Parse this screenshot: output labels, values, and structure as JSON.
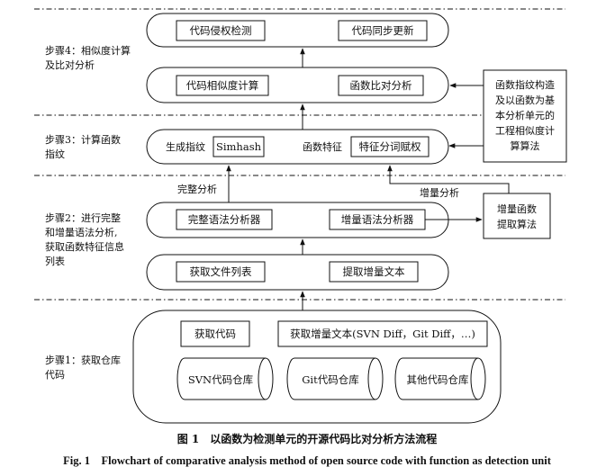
{
  "steps": {
    "step4": [
      "步骤4：相似度计算",
      "及比对分析"
    ],
    "step3": [
      "步骤3：计算函数",
      "指纹"
    ],
    "step2": [
      "步骤2：进行完整",
      "和增量语法分析,",
      "获取函数特征信息",
      "列表"
    ],
    "step1": [
      "步骤1：获取仓库",
      "代码"
    ]
  },
  "layer4_top": {
    "left": "代码侵权检测",
    "right": "代码同步更新"
  },
  "layer4_bottom": {
    "left": "代码相似度计算",
    "right": "函数比对分析"
  },
  "side_note": [
    "函数指纹构造",
    "及以函数为基",
    "本分析单元的",
    "工程相似度计",
    "算算法"
  ],
  "layer3": {
    "gen_label": "生成指纹",
    "gen_box": "Simhash",
    "feature_label": "函数特征",
    "feature_box": "特征分词赋权"
  },
  "arrow_labels": {
    "full": "完整分析",
    "incremental": "增量分析"
  },
  "layer2_top": {
    "left": "完整语法分析器",
    "right": "增量语法分析器"
  },
  "incremental_algo": [
    "增量函数",
    "提取算法"
  ],
  "layer2_bottom": {
    "left": "获取文件列表",
    "right": "提取增量文本"
  },
  "layer1": {
    "get_code": "获取代码",
    "get_incr": "获取增量文本(SVN Diff，Git Diff，…)",
    "repos": [
      "SVN代码仓库",
      "Git代码仓库",
      "其他代码仓库"
    ]
  },
  "caption": {
    "cn": "图 1　以函数为检测单元的开源代码比对分析方法流程",
    "en": "Fig. 1　Flowchart of comparative analysis method of open source code with function as detection unit"
  }
}
